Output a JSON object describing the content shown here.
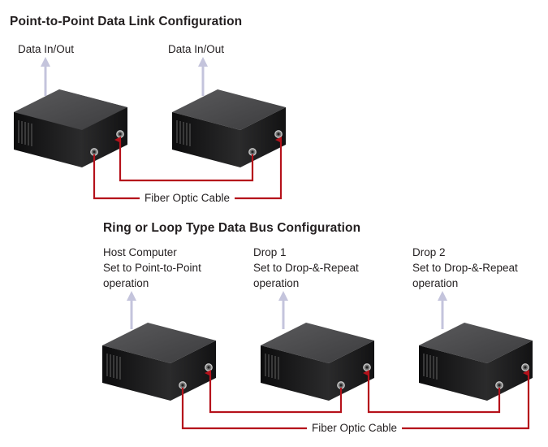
{
  "sections": [
    {
      "title": "Point-to-Point Data Link Configuration",
      "devices": [
        {
          "label_lines": [
            "Data In/Out"
          ]
        },
        {
          "label_lines": [
            "Data In/Out"
          ]
        }
      ],
      "cable_label": "Fiber Optic Cable"
    },
    {
      "title": "Ring or Loop Type Data Bus Configuration",
      "devices": [
        {
          "label_lines": [
            "Host Computer",
            "Set to Point-to-Point",
            "operation"
          ]
        },
        {
          "label_lines": [
            "Drop 1",
            "Set to Drop-&-Repeat",
            "operation"
          ]
        },
        {
          "label_lines": [
            "Drop 2",
            "Set to Drop-&-Repeat",
            "operation"
          ]
        }
      ],
      "cable_label": "Fiber Optic Cable"
    }
  ],
  "colors": {
    "cable": "#b5121b",
    "arrow": "#c4c4dc",
    "device_top": "#4d4d4f",
    "device_front": "#1f1f20"
  }
}
